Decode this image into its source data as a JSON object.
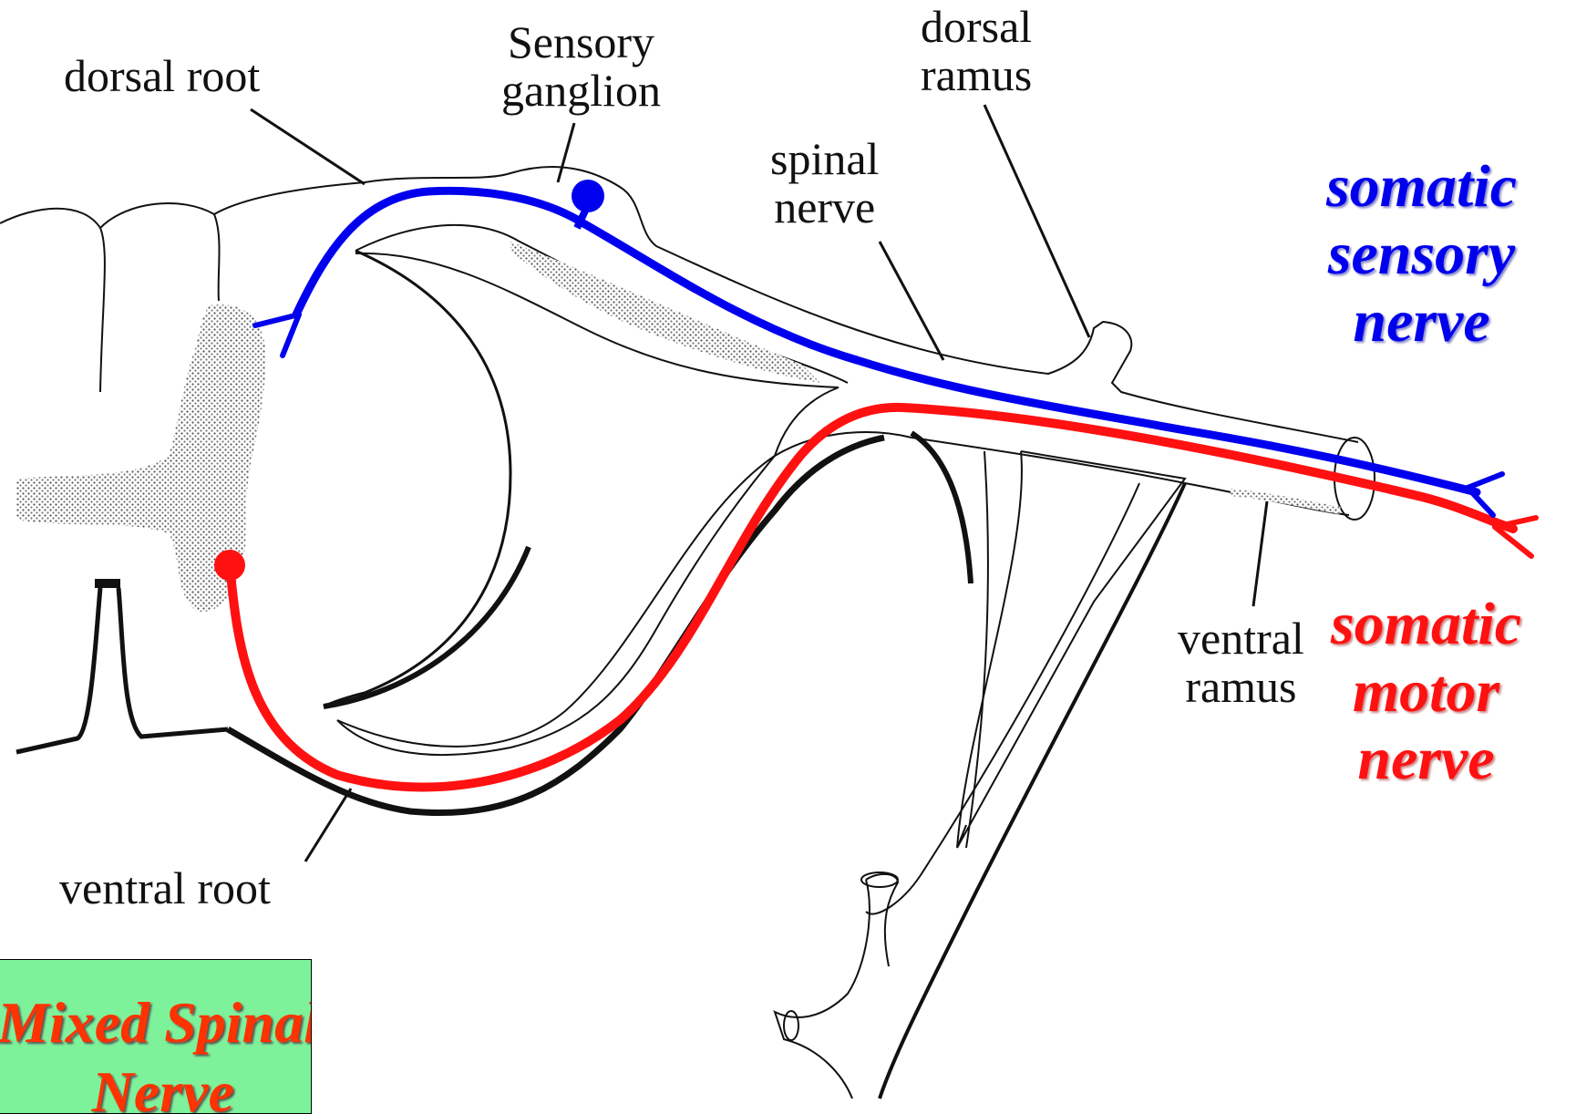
{
  "labels": {
    "dorsal_root": "dorsal root",
    "sensory_ganglion": [
      "Sensory",
      "ganglion"
    ],
    "dorsal_ramus": [
      "dorsal",
      "ramus"
    ],
    "spinal_nerve": [
      "spinal",
      "nerve"
    ],
    "ventral_ramus": [
      "ventral",
      "ramus"
    ],
    "ventral_root": "ventral root"
  },
  "sensory_nerve": {
    "lines": [
      "somatic",
      "sensory",
      "nerve"
    ],
    "color": "#0000ee"
  },
  "motor_nerve": {
    "lines": [
      "somatic",
      "motor",
      "nerve"
    ],
    "color": "#ff1111"
  },
  "title_box": {
    "lines": [
      "Mixed Spinal",
      "Nerve"
    ],
    "text_color": "#ff3300",
    "background": "#7ef29b"
  }
}
